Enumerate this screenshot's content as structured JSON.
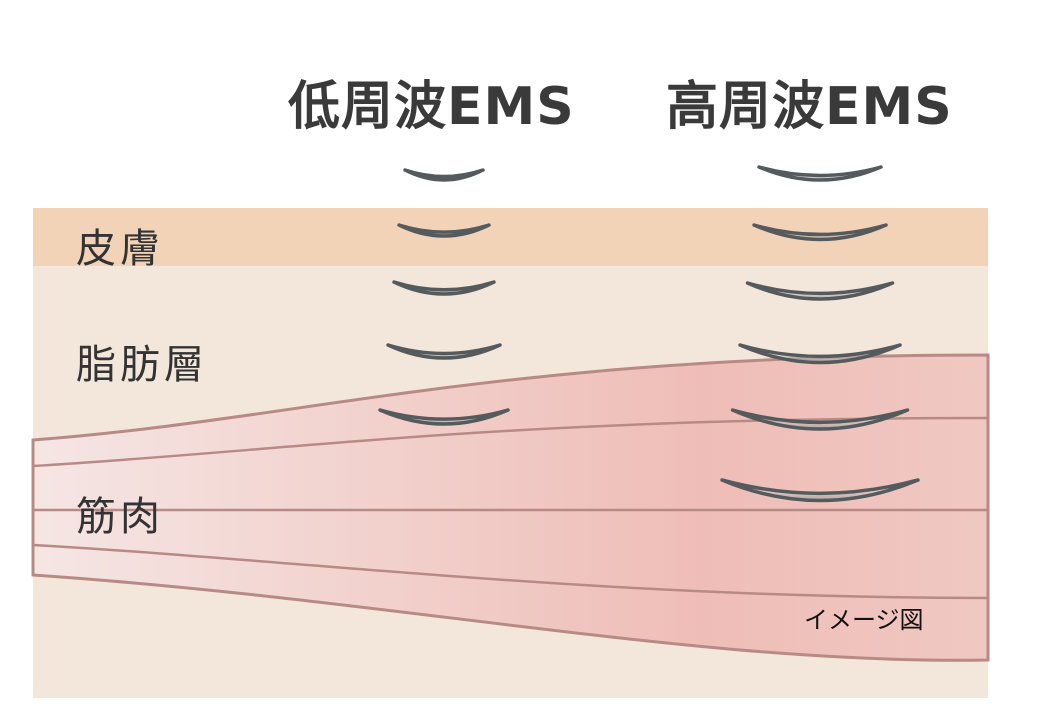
{
  "titles": {
    "low": "低周波EMS",
    "high": "高周波EMS"
  },
  "layers": {
    "skin": "皮膚",
    "fat": "脂肪層",
    "muscle": "筋肉"
  },
  "caption": "イメージ図",
  "colors": {
    "skin": "#f2d3b8",
    "fat": "#f3e6da",
    "muscle_light": "#f4e3e1",
    "muscle_dark": "#efbcb6",
    "line": "#b88a86",
    "wave": "#555a5c"
  },
  "waves": {
    "low_count": 5,
    "high_count": 6
  }
}
